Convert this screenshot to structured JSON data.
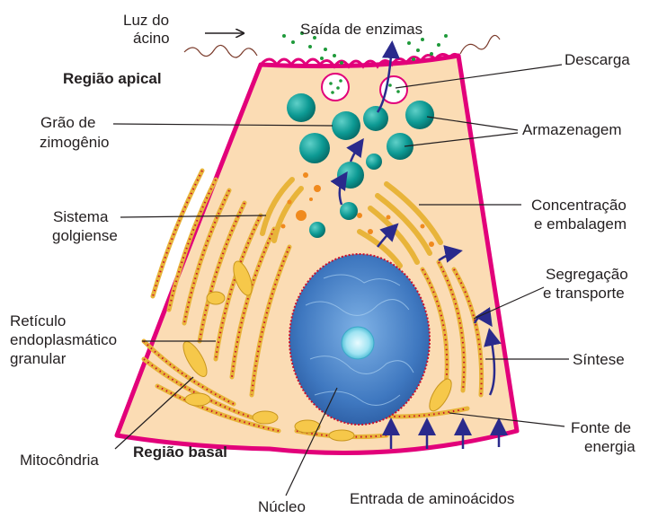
{
  "labels": {
    "luz_line1": "Luz do",
    "luz_line2": "ácino",
    "saida": "Saída de enzimas",
    "descarga": "Descarga",
    "regiao_apical": "Região apical",
    "grao_line1": "Grão de",
    "grao_line2": "zimogênio",
    "armazenagem": "Armazenagem",
    "sistema_line1": "Sistema",
    "sistema_line2": "golgiense",
    "concentracao_line1": "Concentração",
    "concentracao_line2": "e embalagem",
    "segregacao_line1": "Segregação",
    "segregacao_line2": "e transporte",
    "reticulo_line1": "Retículo",
    "reticulo_line2": "endoplasmático",
    "reticulo_line3": "granular",
    "sintese": "Síntese",
    "fonte_line1": "Fonte de",
    "fonte_line2": "energia",
    "mitocondria": "Mitocôndria",
    "regiao_basal": "Região basal",
    "nucleo": "Núcleo",
    "entrada": "Entrada de aminoácidos"
  },
  "colors": {
    "membrane": "#e2007a",
    "cytoplasm": "#fbdcb4",
    "granule": "#0a8f8a",
    "organelle": "#f6c84a",
    "ribosome": "#c8102e",
    "arrow": "#2a2a8c",
    "nucleus": "#3a72b8",
    "enzyme": "#1f9a3a"
  }
}
